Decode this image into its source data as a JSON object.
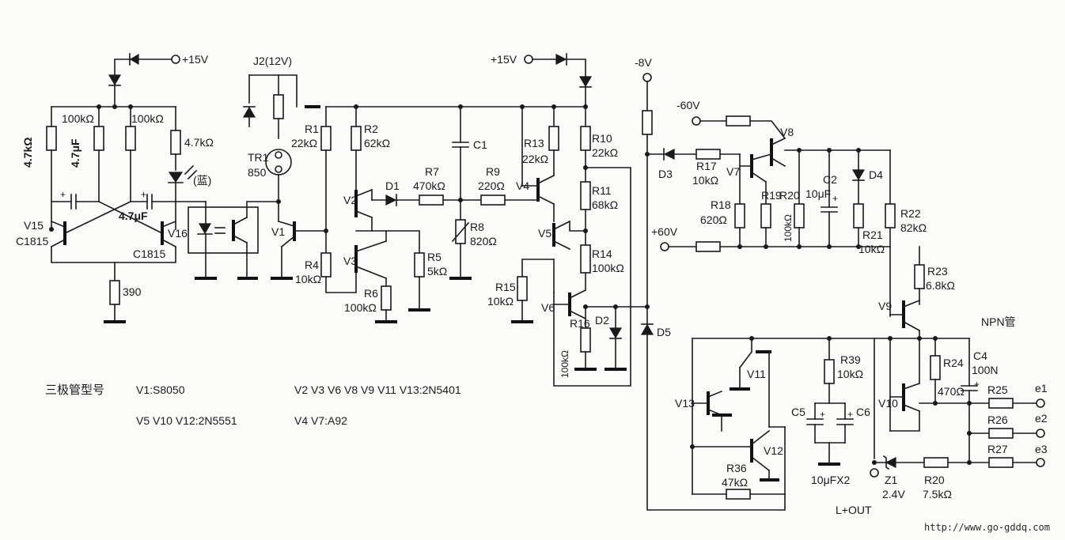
{
  "rails": {
    "p15_left": "+15V",
    "p15_mid": "+15V",
    "m8": "-8V",
    "m60": "-60V",
    "p60": "+60V"
  },
  "relay": {
    "name": "J2(12V)"
  },
  "optotriac": {
    "name": "TR1",
    "part": "850"
  },
  "left": {
    "r_a": "4.7kΩ",
    "c_a": "4.7μF",
    "r_b": "100kΩ",
    "r_c": "100kΩ",
    "r_d": "4.7kΩ",
    "c_b": "4.7μF",
    "led_note": "(蓝)",
    "v15": "V15",
    "v15_part": "C1815",
    "v16": "V16",
    "v16_part": "C1815",
    "r_e": "390"
  },
  "stage2": {
    "r1": "R1",
    "r1_val": "22kΩ",
    "v1": "V1",
    "r4": "R4",
    "r4_val": "10kΩ",
    "r2": "R2",
    "r2_val": "62kΩ",
    "v2": "V2",
    "d1": "D1",
    "v3": "V3",
    "r5": "R5",
    "r5_val": "5kΩ",
    "r6": "R6",
    "r6_val": "100kΩ",
    "c1": "C1",
    "r7": "R7",
    "r7_val": "470kΩ",
    "r8": "R8",
    "r8_val": "820Ω",
    "r9": "R9",
    "r9_val": "220Ω",
    "v4": "V4",
    "r13": "R13",
    "r13_val": "22kΩ",
    "r10": "R10",
    "r10_val": "22kΩ",
    "r11": "R11",
    "r11_val": "68kΩ",
    "v5": "V5",
    "r14": "R14",
    "r14_val": "100kΩ",
    "r15": "R15",
    "r15_val": "10kΩ",
    "v6": "V6",
    "r16": "R16",
    "r16_val": "100kΩ",
    "d2": "D2",
    "d5": "D5"
  },
  "stage3": {
    "d3": "D3",
    "r17": "R17",
    "r17_val": "10kΩ",
    "v7": "V7",
    "v8": "V8",
    "r18": "R18",
    "r18_val": "620Ω",
    "r19": "R19",
    "r20": "R20",
    "r20_val": "100kΩ",
    "c2": "C2",
    "c2_val": "10μF",
    "d4": "D4",
    "r21": "R21",
    "r21_val": "10kΩ",
    "r22": "R22",
    "r22_val": "82kΩ",
    "r23": "R23",
    "r23_val": "6.8kΩ",
    "v9": "V9",
    "npn": "NPN管",
    "v11": "V11",
    "r39": "R39",
    "r39_val": "10kΩ",
    "v13": "V13",
    "c5": "C5",
    "c6": "C6",
    "c56_val": "10μFX2",
    "v12": "V12",
    "r36": "R36",
    "r36_val": "47kΩ",
    "z1": "Z1",
    "z1_val": "2.4V",
    "r20b": "R20",
    "r20b_val": "7.5kΩ",
    "out": "L+OUT",
    "r24": "R24",
    "r24_val": "470Ω",
    "c4": "C4",
    "c4_val": "100N",
    "v10": "V10",
    "r25": "R25",
    "r26": "R26",
    "r27": "R27",
    "e1": "e1",
    "e2": "e2",
    "e3": "e3"
  },
  "legend": {
    "title": "三极管型号",
    "row1a": "V1:S8050",
    "row1b": "V2  V3  V6  V8  V9  V11  V13:2N5401",
    "row2a": "V5  V10  V12:2N5551",
    "row2b": "V4  V7:A92"
  },
  "watermark": "http://www.go-gddq.com"
}
